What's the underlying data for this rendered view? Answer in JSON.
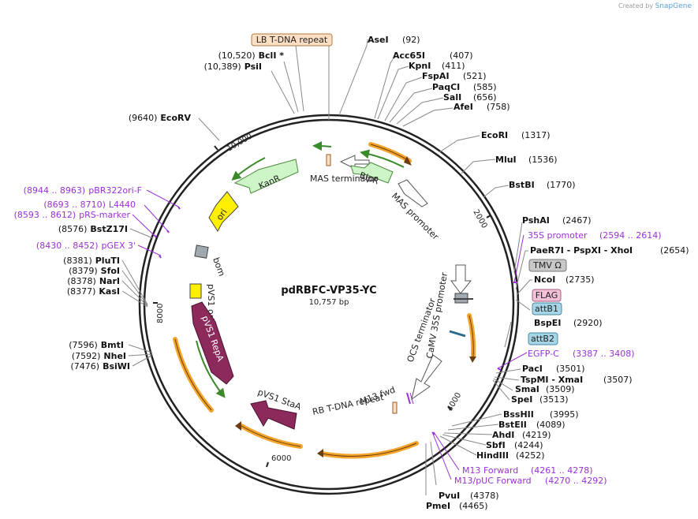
{
  "credit": {
    "created_by": "Created by",
    "brand": "SnapGene"
  },
  "plasmid": {
    "name": "pdRBFC-VP35-YC",
    "length": "10,757 bp"
  },
  "ticks": [
    "10,000",
    "2000",
    "4000",
    "6000",
    "8000"
  ],
  "enzymes": [
    {
      "name": "AseI",
      "pos": "(92)"
    },
    {
      "name": "Acc65I",
      "pos": "(407)"
    },
    {
      "name": "KpnI",
      "pos": "(411)"
    },
    {
      "name": "FspAI",
      "pos": "(521)"
    },
    {
      "name": "PaqCI",
      "pos": "(585)"
    },
    {
      "name": "SalI",
      "pos": "(656)"
    },
    {
      "name": "AfeI",
      "pos": "(758)"
    },
    {
      "name": "EcoRI",
      "pos": "(1317)"
    },
    {
      "name": "MluI",
      "pos": "(1536)"
    },
    {
      "name": "BstBI",
      "pos": "(1770)"
    },
    {
      "name": "PshAI",
      "pos": "(2467)"
    },
    {
      "name": "PaeR7I  - PspXI  - XhoI",
      "pos": "(2654)"
    },
    {
      "name": "NcoI",
      "pos": "(2735)"
    },
    {
      "name": "BspEI",
      "pos": "(2920)"
    },
    {
      "name": "PacI",
      "pos": "(3501)"
    },
    {
      "name": "TspMI  - XmaI",
      "pos": "(3507)"
    },
    {
      "name": "SmaI",
      "pos": "(3509)"
    },
    {
      "name": "SpeI",
      "pos": "(3513)"
    },
    {
      "name": "BssHII",
      "pos": "(3995)"
    },
    {
      "name": "BstEII",
      "pos": "(4089)"
    },
    {
      "name": "AhdI",
      "pos": "(4219)"
    },
    {
      "name": "SbfI",
      "pos": "(4244)"
    },
    {
      "name": "HindIII",
      "pos": "(4252)"
    },
    {
      "name": "PvuI",
      "pos": "(4378)"
    },
    {
      "name": "PmeI",
      "pos": "(4465)"
    },
    {
      "name": "BsiWI",
      "pos": "(7476)"
    },
    {
      "name": "NheI",
      "pos": "(7592)"
    },
    {
      "name": "BmtI",
      "pos": "(7596)"
    },
    {
      "name": "KasI",
      "pos": "(8377)"
    },
    {
      "name": "NarI",
      "pos": "(8378)"
    },
    {
      "name": "SfoI",
      "pos": "(8379)"
    },
    {
      "name": "PluTI",
      "pos": "(8381)"
    },
    {
      "name": "BstZ17I",
      "pos": "(8576)"
    },
    {
      "name": "EcoRV",
      "pos": "(9640)"
    },
    {
      "name": "PsiI",
      "pos": "(10,389)"
    },
    {
      "name": "BclI *",
      "pos": "(10,520)"
    }
  ],
  "primers": [
    {
      "name": "35S promoter",
      "range": "(2594 .. 2614)"
    },
    {
      "name": "EGFP-C",
      "range": "(3387 .. 3408)"
    },
    {
      "name": "M13 Forward",
      "range": "(4261 .. 4278)"
    },
    {
      "name": "M13/pUC Forward",
      "range": "(4270 .. 4292)"
    },
    {
      "name": "pGEX 3'",
      "range": "(8430 .. 8452)"
    },
    {
      "name": "pRS-marker",
      "range": "(8593 .. 8612)"
    },
    {
      "name": "L4440",
      "range": "(8693 .. 8710)"
    },
    {
      "name": "pBR322ori-F",
      "range": "(8944 .. 8963)"
    }
  ],
  "boxes": {
    "lb": "LB T-DNA repeat",
    "tmv": "TMV Ω",
    "flag": "FLAG",
    "attb1": "attB1",
    "attb2": "attB2"
  },
  "inner": {
    "mas_term": "MAS terminator",
    "mas_prom": "MAS promoter",
    "blpr": "BlpR",
    "kanr": "KanR",
    "ori": "ori",
    "bom": "bom",
    "pvs1_oriv": "pVS1 oriV",
    "pvs1_repa": "pVS1 RepA",
    "pvs1_staa": "pVS1 StaA",
    "rb": "RB T-DNA repeat",
    "m13fwd": "M13 fwd",
    "ocs": "OCS terminator",
    "camv": "CaMV 35S promoter"
  },
  "colors": {
    "primer": "#9b30d9",
    "kanr": "#cdf5c8",
    "ori": "#ffef00",
    "repa": "#8c2a5c",
    "orf": "#f4a42a",
    "lb_box": "#fde0c4",
    "tmv_box": "#c8c8c8",
    "flag_box": "#f3c0d8",
    "attb_box": "#a6d6e6"
  }
}
